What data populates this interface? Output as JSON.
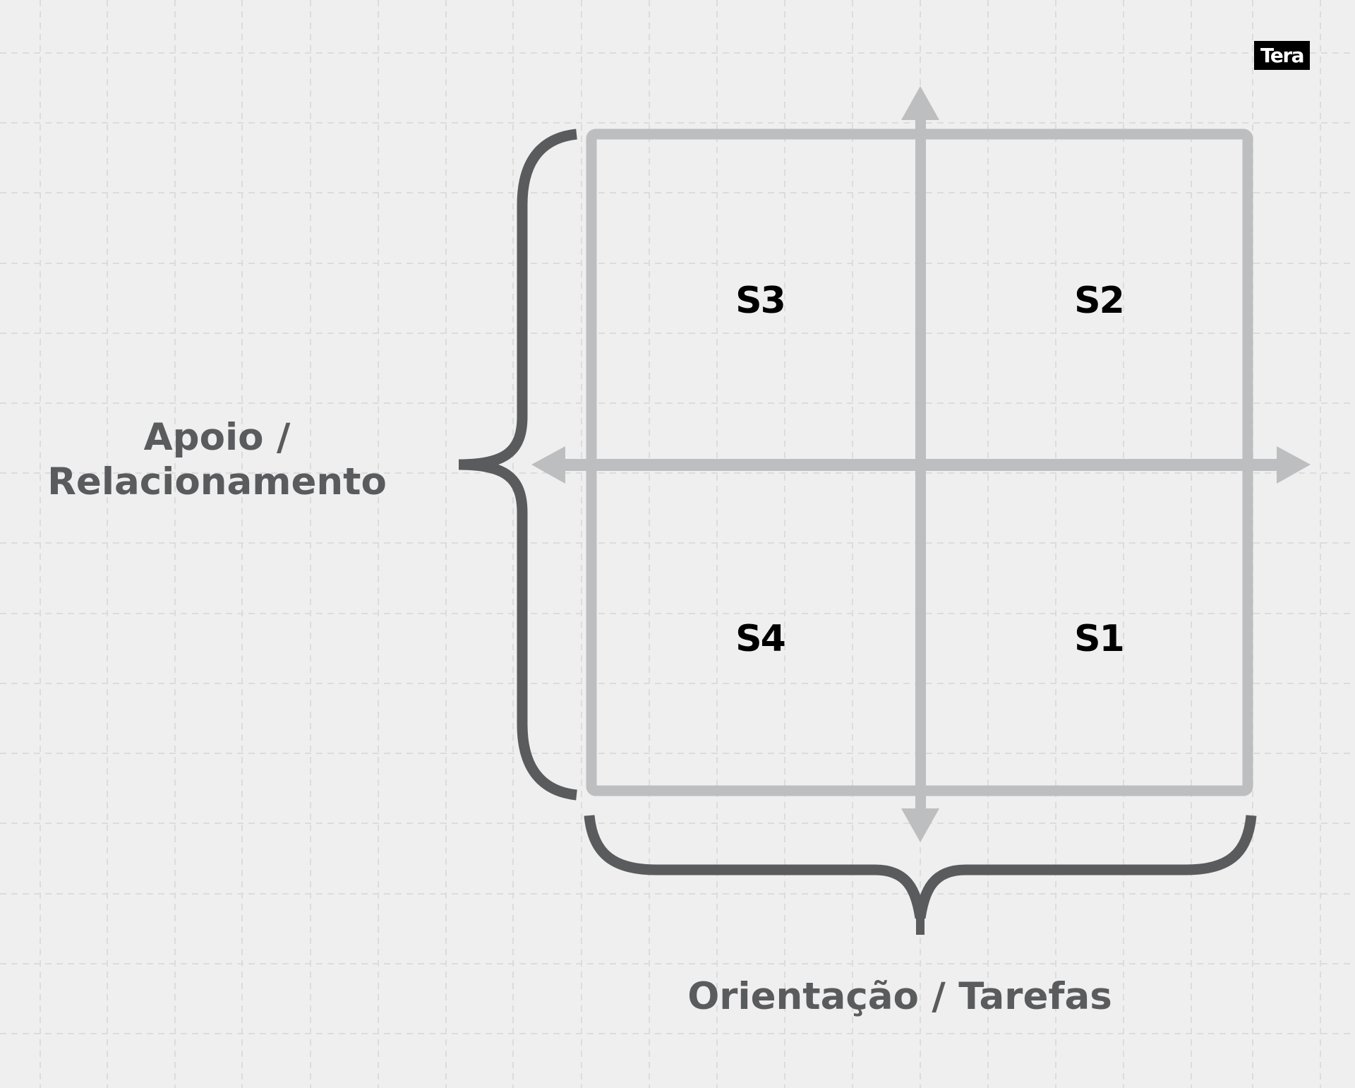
{
  "brand": {
    "logo_text": "Tera"
  },
  "diagram": {
    "type": "quadrant-matrix",
    "y_axis_label": [
      "Apoio /",
      "Relacionamento"
    ],
    "x_axis_label": "Orientação / Tarefas",
    "quadrants": {
      "top_left": "S3",
      "top_right": "S2",
      "bottom_left": "S4",
      "bottom_right": "S1"
    }
  },
  "colors": {
    "background": "#efefef",
    "grid": "#dcdcdc",
    "axes": "#bdbec0",
    "braces": "#5a5b5d",
    "quadrant_text": "#000000",
    "axis_label_text": "#5a5b5d",
    "badge_bg": "#000000",
    "badge_text": "#ffffff"
  }
}
